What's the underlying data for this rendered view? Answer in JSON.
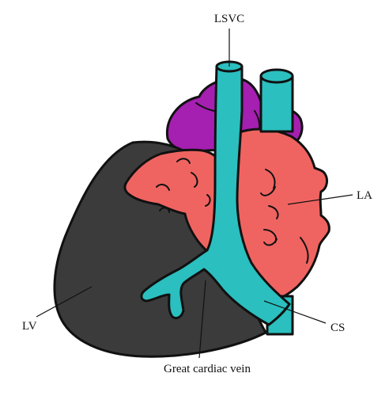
{
  "labels": {
    "lsvc": "LSVC",
    "la": "LA",
    "lv": "LV",
    "cs": "CS",
    "great_cardiac_vein": "Great cardiac vein"
  },
  "colors": {
    "left_ventricle": "#3b3b3b",
    "left_atrium": "#ef6461",
    "atrial_appendage_dark": "#8a2530",
    "great_vessels": "#a51fb1",
    "veins": "#2bbfbf",
    "background": "#ffffff"
  }
}
